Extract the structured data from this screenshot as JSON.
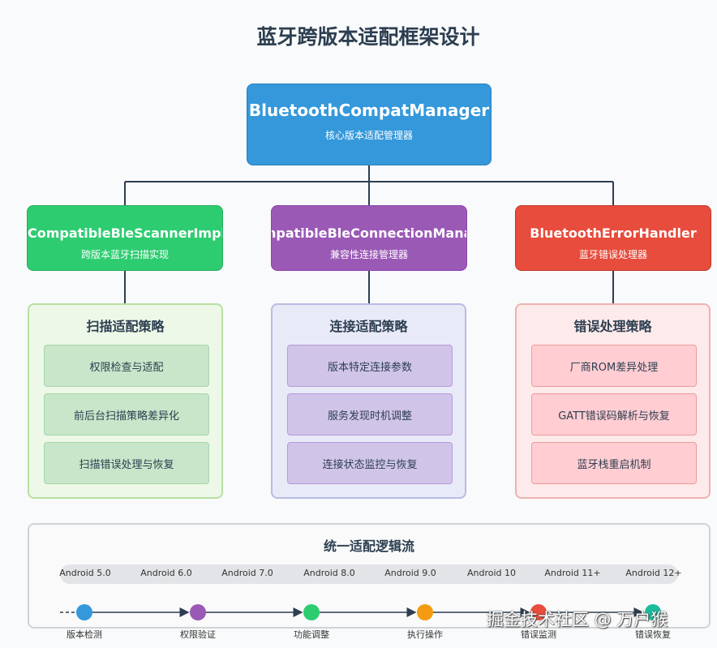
{
  "title": "蓝牙跨版本适配框架设计",
  "root": {
    "name": "BluetoothCompatManager",
    "desc": "核心版本适配管理器"
  },
  "modules": [
    {
      "name": "CompatibleBleScannerImpl",
      "desc": "跨版本蓝牙扫描实现",
      "color": "#2ecc71"
    },
    {
      "name": "CompatibleBleConnectionManager",
      "desc": "兼容性连接管理器",
      "color": "#9b59b6"
    },
    {
      "name": "BluetoothErrorHandler",
      "desc": "蓝牙错误处理器",
      "color": "#e74c3c"
    }
  ],
  "strategies": [
    {
      "title": "扫描适配策略",
      "items": [
        "权限检查与适配",
        "前后台扫描策略差异化",
        "扫描错误处理与恢复"
      ]
    },
    {
      "title": "连接适配策略",
      "items": [
        "版本特定连接参数",
        "服务发现时机调整",
        "连接状态监控与恢复"
      ]
    },
    {
      "title": "错误处理策略",
      "items": [
        "厂商ROM差异处理",
        "GATT错误码解析与恢复",
        "蓝牙栈重启机制"
      ]
    }
  ],
  "flow": {
    "title": "统一适配逻辑流",
    "versions": [
      "Android 5.0",
      "Android 6.0",
      "Android 7.0",
      "Android 8.0",
      "Android 9.0",
      "Android 10",
      "Android 11+",
      "Android 12+"
    ],
    "steps": [
      {
        "label": "版本检测",
        "color": "#3498db"
      },
      {
        "label": "权限验证",
        "color": "#9b59b6"
      },
      {
        "label": "功能调整",
        "color": "#2ecc71"
      },
      {
        "label": "执行操作",
        "color": "#f39c12"
      },
      {
        "label": "错误监测",
        "color": "#e74c3c"
      },
      {
        "label": "错误恢复",
        "color": "#1abc9c"
      }
    ]
  },
  "watermark": "掘金技术社区 @ 万户猴"
}
